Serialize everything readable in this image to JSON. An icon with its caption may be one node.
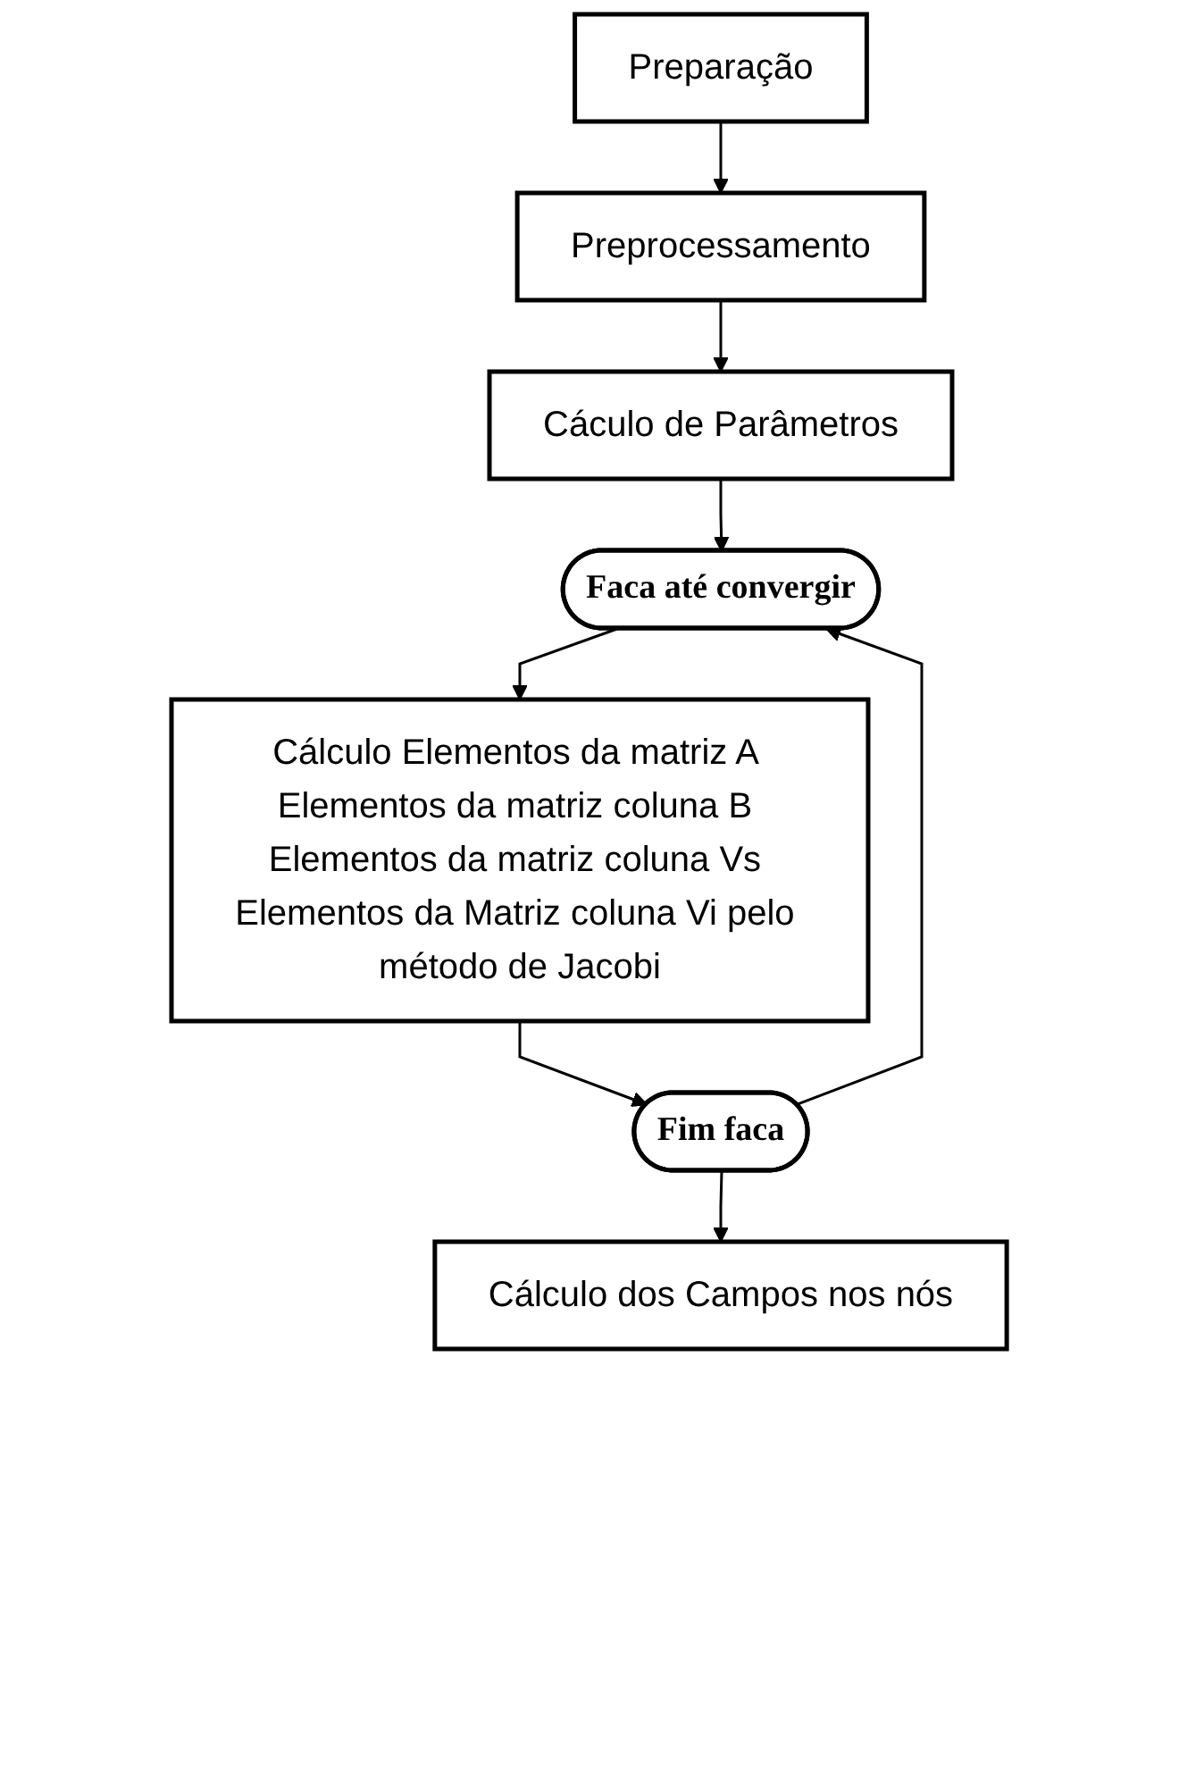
{
  "diagram": {
    "nodes": [
      {
        "text": [
          "Preparação"
        ]
      },
      {
        "text": [
          "Preprocessamento"
        ]
      },
      {
        "text": [
          "Cáculo de Parâmetros"
        ]
      },
      {
        "text": [
          "Faca até convergir"
        ]
      },
      {
        "text": [
          "Cálculo Elementos da matriz A Elementos da matriz coluna B Elementos da matriz coluna Vs Elementos da Matriz coluna Vi pelo método de Jacobi"
        ]
      },
      {
        "text": [
          "Fim faca"
        ]
      },
      {
        "text": [
          "Cálculo dos Campos nos nós"
        ]
      }
    ],
    "edges": [
      {
        "from": 0,
        "to": 1,
        "arrow": "to"
      },
      {
        "from": 1,
        "to": 2,
        "arrow": "to"
      },
      {
        "from": 2,
        "to": 3,
        "arrow": "to"
      },
      {
        "from": 3,
        "to": 4,
        "arrow": "to"
      },
      {
        "from": 4,
        "to": 5,
        "arrow": "to"
      },
      {
        "from": 5,
        "to": 3,
        "arrow": "to"
      },
      {
        "from": 5,
        "to": 6,
        "arrow": "to"
      }
    ]
  }
}
